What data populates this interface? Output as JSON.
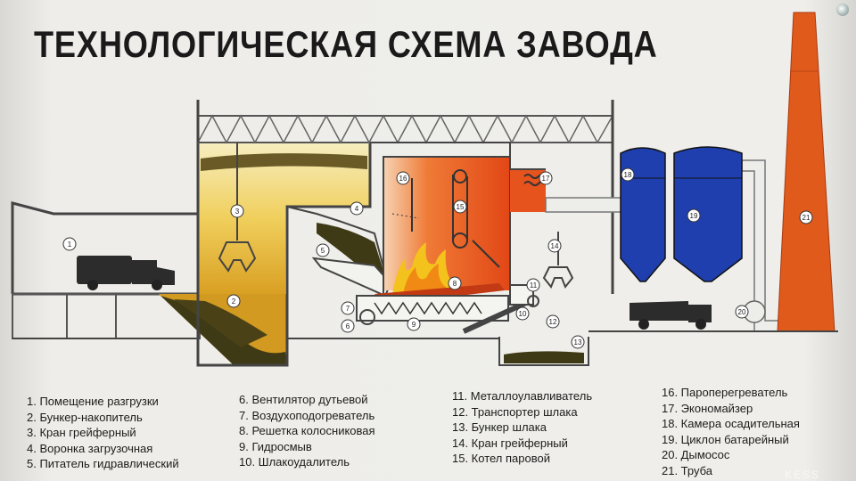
{
  "title": "ТЕХНОЛОГИЧЕСКАЯ  СХЕМА  ЗАВОДА",
  "markers": [
    "1",
    "2",
    "3",
    "4",
    "5",
    "6",
    "7",
    "8",
    "9",
    "10",
    "11",
    "12",
    "13",
    "14",
    "15",
    "16",
    "17",
    "18",
    "19",
    "20",
    "21"
  ],
  "legend": [
    [
      "1. Помещение разгрузки",
      "2. Бункер-накопитель",
      "3. Кран грейферный",
      "4. Воронка загрузочная",
      "5. Питатель гидравлический"
    ],
    [
      "6. Вентилятор дутьевой",
      "7. Воздухоподогреватель",
      "8. Решетка колосниковая",
      "9. Гидросмыв",
      "10. Шлакоудалитель"
    ],
    [
      "11. Металлоулавливатель",
      "12. Транспортер шлака",
      "13. Бункер шлака",
      "14. Кран грейферный",
      "15. Котел паровой"
    ],
    [
      "16. Пароперегреватель",
      "17. Экономайзер",
      "18. Камера осадительная",
      "19. Циклон батарейный",
      "20. Дымосос",
      "21. Труба"
    ]
  ],
  "watermark": "KESS",
  "colors": {
    "bunker": "#e8b62a",
    "furnace": "#e8501e",
    "cyclone": "#1f3fae",
    "stack": "#e05a1c",
    "waste": "#3f3a16"
  }
}
